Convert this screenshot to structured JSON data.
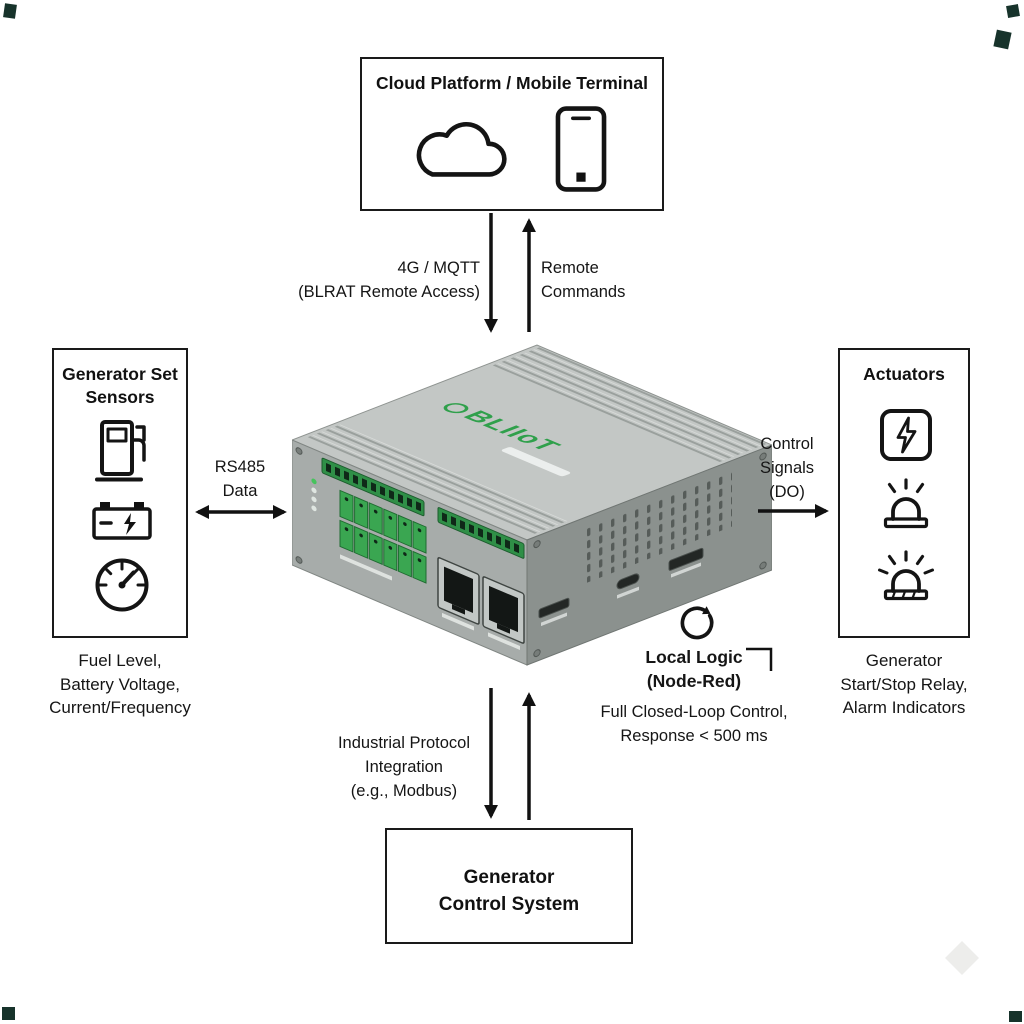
{
  "cloud_box": {
    "title": "Cloud Platform / Mobile Terminal"
  },
  "links": {
    "cloud_down": [
      "4G / MQTT",
      "(BLRAT Remote Access)"
    ],
    "cloud_up": [
      "Remote",
      "Commands"
    ],
    "rs485": [
      "RS485",
      "Data"
    ],
    "control_signals": [
      "Control",
      "Signals",
      "(DO)"
    ],
    "modbus": [
      "Industrial Protocol",
      "Integration",
      "(e.g., Modbus)"
    ]
  },
  "sensors_box": {
    "title": [
      "Generator Set",
      "Sensors"
    ],
    "icons": [
      "fuel-pump-icon",
      "battery-icon",
      "gauge-icon"
    ],
    "caption": [
      "Fuel Level,",
      "Battery Voltage,",
      "Current/Frequency"
    ]
  },
  "actuators_box": {
    "title": "Actuators",
    "icons": [
      "lightning-icon",
      "siren-icon",
      "alarm-lamp-icon"
    ],
    "caption": [
      "Generator",
      "Start/Stop Relay,",
      "Alarm Indicators"
    ]
  },
  "local_logic": {
    "icon": "loop-arrow-icon",
    "title": [
      "Local Logic",
      "(Node-Red)"
    ],
    "caption": [
      "Full Closed-Loop Control,",
      "Response < 500 ms"
    ]
  },
  "control_box": {
    "title": [
      "Generator",
      "Control System"
    ]
  },
  "device": {
    "brand": "BLIIoT"
  },
  "colors": {
    "line": "#111111",
    "box_border": "#1a1a1a",
    "brand_green": "#2fa04b",
    "background": "#ffffff"
  }
}
